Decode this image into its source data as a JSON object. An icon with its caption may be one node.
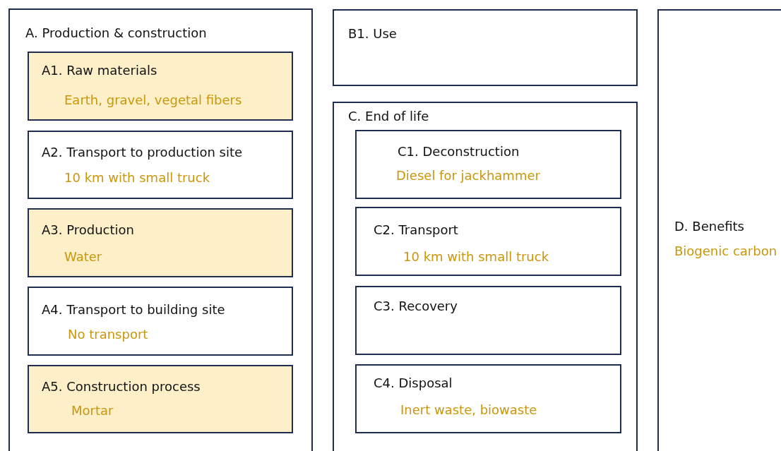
{
  "diagram": {
    "nodes": [
      {
        "text": [
          "A. Production & construction"
        ]
      },
      {
        "text": [
          "A1. Raw materials",
          "Earth, gravel, vegetal fibers"
        ],
        "in": 0
      },
      {
        "text": [
          "A2. Transport to production site",
          "10 km with small truck"
        ],
        "in": 0
      },
      {
        "text": [
          "A3. Production",
          "Water"
        ],
        "in": 0
      },
      {
        "text": [
          "A4. Transport to building site",
          "No transport"
        ],
        "in": 0
      },
      {
        "text": [
          "A5. Construction process",
          "Mortar"
        ],
        "in": 0
      },
      {
        "text": [
          "B1. Use"
        ]
      },
      {
        "text": [
          "C. End of life"
        ]
      },
      {
        "text": [
          "C1. Deconstruction",
          "Diesel for jackhammer"
        ],
        "in": 7
      },
      {
        "text": [
          "C2. Transport",
          "10 km with small truck"
        ],
        "in": 7
      },
      {
        "text": [
          "C3. Recovery"
        ],
        "in": 7
      },
      {
        "text": [
          "C4. Disposal",
          "Inert waste, biowaste"
        ],
        "in": 7
      },
      {
        "text": [
          "D. Benefits",
          "Biogenic carbon"
        ]
      }
    ]
  }
}
